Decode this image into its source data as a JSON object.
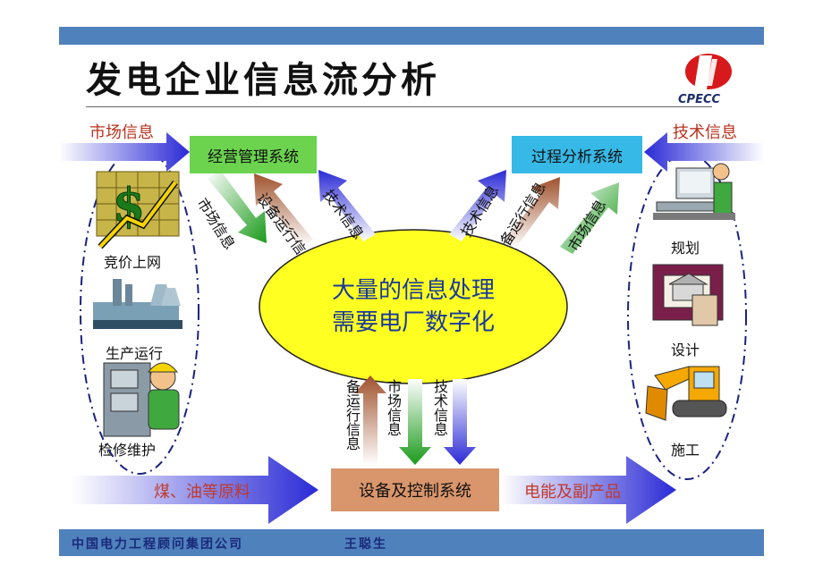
{
  "title": "发电企业信息流分析",
  "logo_text": "CPECC",
  "footer": {
    "org": "中国电力工程顾问集团公司",
    "author": "王聪生"
  },
  "boxes": {
    "business": "经营管理系统",
    "process": "过程分析系统",
    "equipment": "设备及控制系统"
  },
  "center": {
    "line1": "大量的信息处理",
    "line2": "需要电厂数字化"
  },
  "left_inputs": {
    "market": "市场信息"
  },
  "right_inputs": {
    "tech": "技术信息"
  },
  "left_items": [
    "竞价上网",
    "生产运行",
    "检修维护"
  ],
  "right_items": [
    "规划",
    "设计",
    "施工"
  ],
  "left_arrows": [
    "市场信息",
    "设备运行信",
    "技术信息"
  ],
  "right_arrows": [
    "技术信息",
    "备运行信息",
    "市场信息"
  ],
  "bottom_arrows": [
    "备运行信息",
    "市场信息",
    "技术信息"
  ],
  "bottom_flow": {
    "input": "煤、油等原料",
    "output": "电能及副产品"
  },
  "colors": {
    "bar": "#4f81bd",
    "green_box": "#6bd34e",
    "blue_box": "#36b9e6",
    "brown_box": "#d9956b",
    "ellipse": "#ffff22"
  }
}
